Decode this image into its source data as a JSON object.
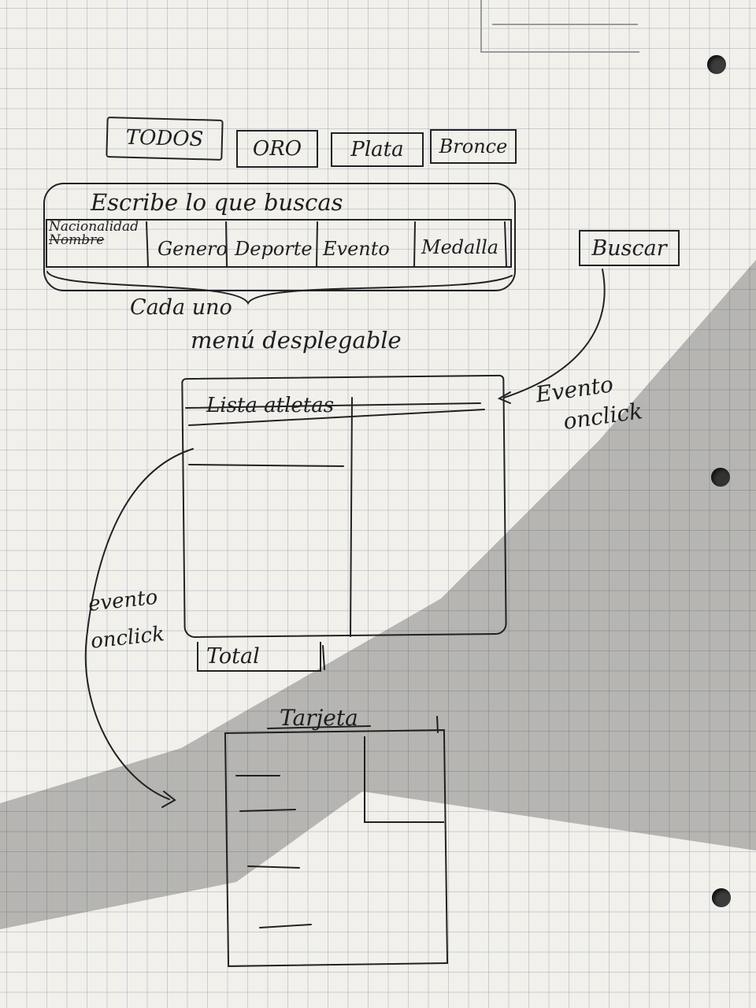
{
  "filter_buttons": [
    "TODOS",
    "ORO",
    "Plata",
    "Bronce"
  ],
  "search": {
    "placeholder_label": "Escribe lo que buscas",
    "dropdowns": [
      "Nacionalidad",
      "Genero",
      "Deporte",
      "Evento",
      "Medalla"
    ],
    "crossed_out": "Nombre"
  },
  "buscar_button": "Buscar",
  "annotation_dropdowns_line1": "Cada uno",
  "annotation_dropdowns_line2": "menú desplegable",
  "annotation_buscar_line1": "Evento",
  "annotation_buscar_line2": "onclick",
  "list_title": "Lista atletas",
  "total_label": "Total",
  "annotation_list_line1": "evento",
  "annotation_list_line2": "onclick",
  "card_title": "Tarjeta",
  "ink_color": "#1f1f1f",
  "paper_color": "#f2f0eb"
}
